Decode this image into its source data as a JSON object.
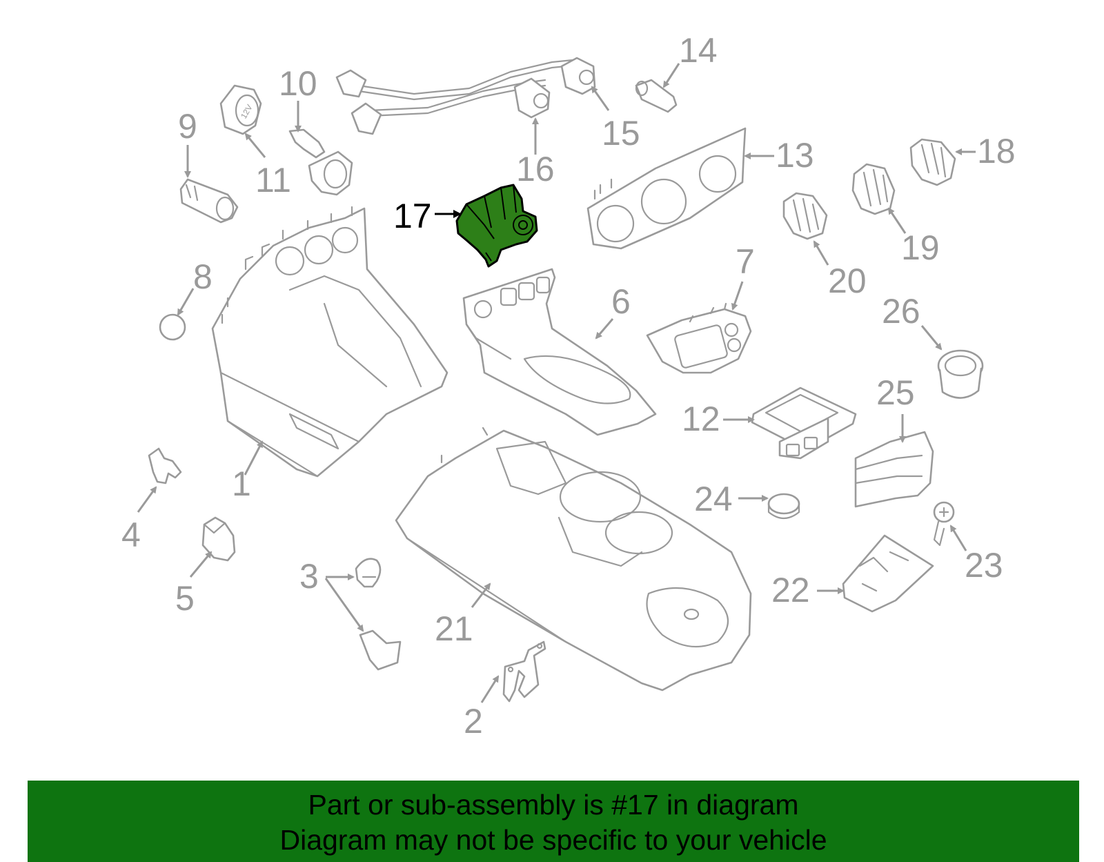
{
  "diagram": {
    "highlight_color": "#2d7f18",
    "callouts": [
      {
        "id": "1",
        "text": "1"
      },
      {
        "id": "2",
        "text": "2"
      },
      {
        "id": "3",
        "text": "3"
      },
      {
        "id": "4",
        "text": "4"
      },
      {
        "id": "5",
        "text": "5"
      },
      {
        "id": "6",
        "text": "6"
      },
      {
        "id": "7",
        "text": "7"
      },
      {
        "id": "8",
        "text": "8"
      },
      {
        "id": "9",
        "text": "9"
      },
      {
        "id": "10",
        "text": "10"
      },
      {
        "id": "11",
        "text": "11"
      },
      {
        "id": "12",
        "text": "12"
      },
      {
        "id": "13",
        "text": "13"
      },
      {
        "id": "14",
        "text": "14"
      },
      {
        "id": "15",
        "text": "15"
      },
      {
        "id": "16",
        "text": "16"
      },
      {
        "id": "17",
        "text": "17"
      },
      {
        "id": "18",
        "text": "18"
      },
      {
        "id": "19",
        "text": "19"
      },
      {
        "id": "20",
        "text": "20"
      },
      {
        "id": "21",
        "text": "21"
      },
      {
        "id": "22",
        "text": "22"
      },
      {
        "id": "23",
        "text": "23"
      },
      {
        "id": "24",
        "text": "24"
      },
      {
        "id": "25",
        "text": "25"
      },
      {
        "id": "26",
        "text": "26"
      }
    ],
    "socket_label": "12V"
  },
  "banner": {
    "background": "#0e7410",
    "line1": "Part or sub-assembly is #17 in diagram",
    "line2": "Diagram may not be specific to your vehicle"
  }
}
